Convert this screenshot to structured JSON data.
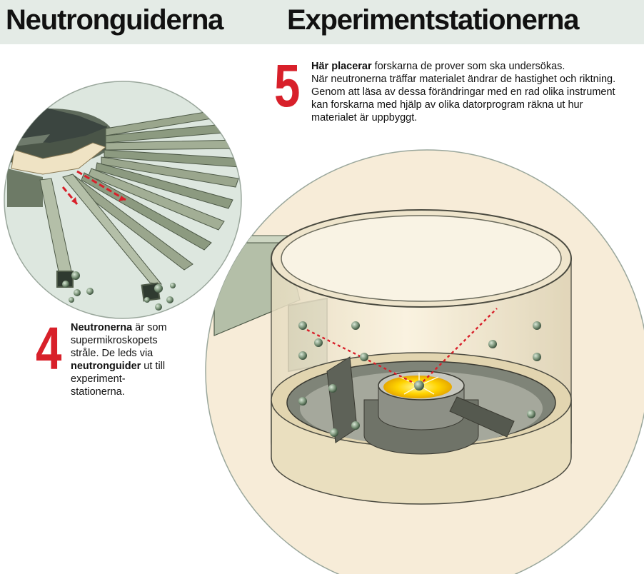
{
  "headings": {
    "left": "Neutronguiderna",
    "right": "Experimentstationerna"
  },
  "step5": {
    "number": "5",
    "lead": "Här placerar",
    "line1_rest": " forskarna de prover som ska undersökas.",
    "line2": "När neutronerna träffar materialet ändrar de hastighet och riktning.",
    "line3": "Genom att läsa av dessa förändringar med en rad olika instrument kan forskarna med hjälp av olika datorprogram räkna ut hur materialet är uppbyggt."
  },
  "step4": {
    "number": "4",
    "bold1": "Neutronerna",
    "text1": " är som supermikroskopets stråle. De leds via ",
    "bold2": "neutronguider",
    "text2": " ut till experiment-stationerna."
  },
  "colors": {
    "accent_red": "#d8202a",
    "header_band": "#e4ebe6",
    "cream": "#f7ecd8",
    "guide_green": "#8c9a80",
    "sample_yellow": "#ffd400"
  }
}
